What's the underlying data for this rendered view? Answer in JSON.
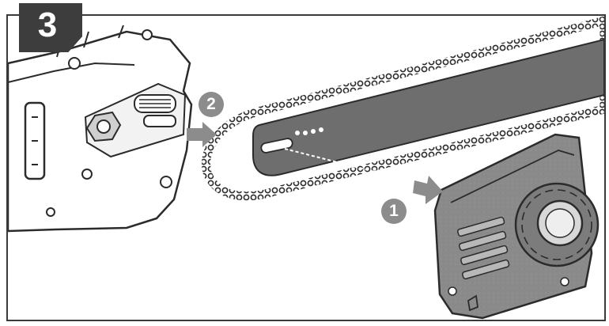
{
  "step": {
    "number": "3"
  },
  "callouts": [
    {
      "label": "1"
    },
    {
      "label": "2"
    }
  ],
  "colors": {
    "badge": "#3d3d3d",
    "marker": "#8c8c8c",
    "line_art": "#2b2b2b",
    "bar_fill": "#6e6e6e",
    "cover_fill": "#8a8a8a",
    "arrow": "#8c8c8c"
  },
  "icons": [
    "chainsaw-body-icon",
    "guide-bar-icon",
    "saw-chain-icon",
    "sprocket-cover-icon",
    "direction-arrow-icon"
  ]
}
